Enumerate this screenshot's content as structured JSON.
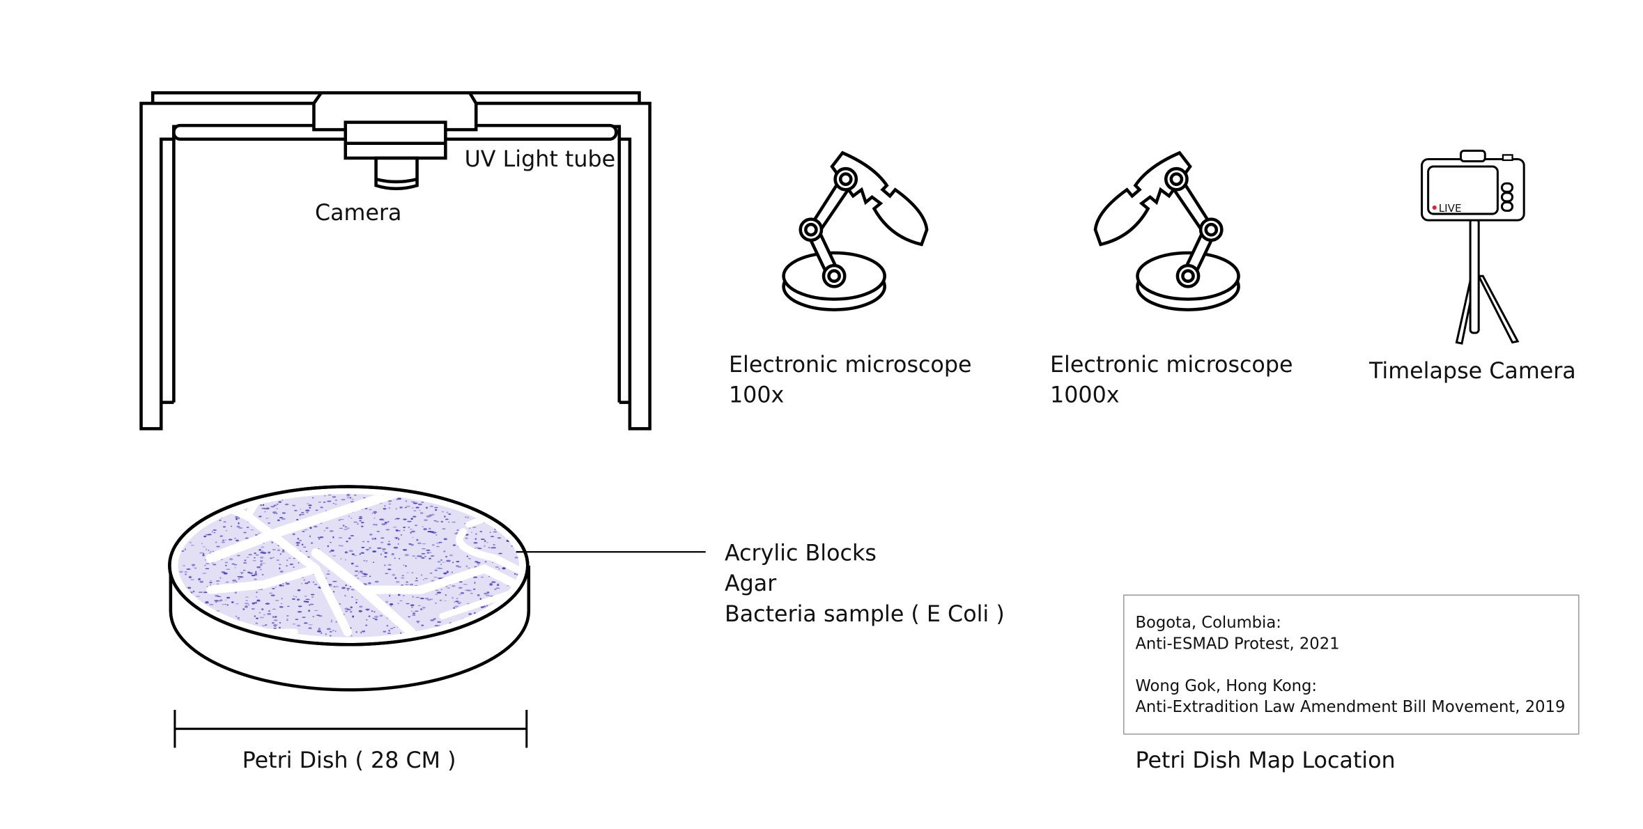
{
  "rig": {
    "uv_label": "UV Light tube",
    "camera_label": "Camera"
  },
  "microscopes": [
    {
      "name": "Electronic microscope",
      "magnification": "100x"
    },
    {
      "name": "Electronic microscope",
      "magnification": "1000x"
    }
  ],
  "timelapse": {
    "label": "Timelapse Camera",
    "screen_badge": "LIVE",
    "badge_color": "#e0202a"
  },
  "petri": {
    "layers": [
      "Acrylic Blocks",
      "Agar",
      "Bacteria sample ( E Coli )"
    ],
    "dimension_label": "Petri Dish ( 28 CM )",
    "bacteria_color": "#3a2fc0"
  },
  "map_location": {
    "title": "Petri Dish Map Location",
    "entries": [
      {
        "place": "Bogota, Columbia:",
        "event": "Anti-ESMAD Protest, 2021"
      },
      {
        "place": "Wong Gok, Hong Kong:",
        "event": "Anti-Extradition Law Amendment Bill Movement, 2019"
      }
    ]
  }
}
